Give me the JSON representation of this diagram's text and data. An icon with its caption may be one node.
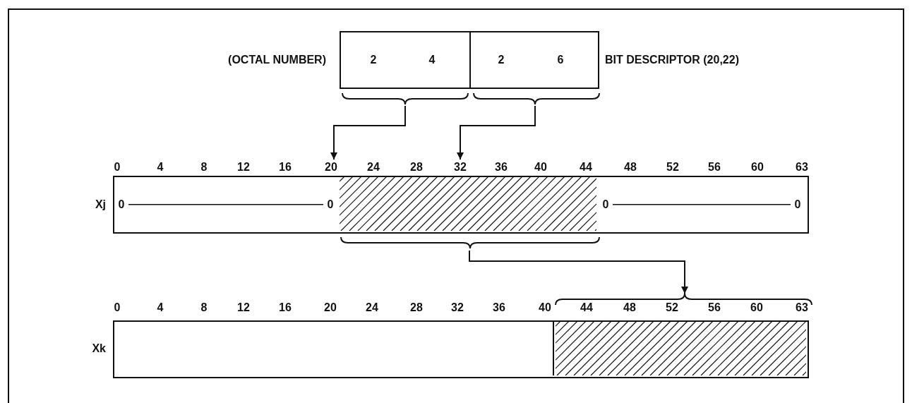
{
  "diagram": {
    "nodes": [
      {
        "text": [
          "2",
          "4"
        ],
        "beside": [
          "(OCTAL NUMBER)"
        ]
      },
      {
        "text": [
          "2",
          "6"
        ],
        "beside": [
          "BIT DESCRIPTOR (20,22)"
        ]
      },
      {
        "text": [],
        "shape": "box",
        "beside": [
          "Xj"
        ]
      },
      {
        "text": [
          "0",
          "0"
        ],
        "in": 2
      },
      {
        "text": [],
        "shape": "box",
        "in": 2
      },
      {
        "text": [
          "0",
          "0"
        ],
        "in": 2
      },
      {
        "text": [],
        "shape": "box",
        "beside": [
          "Xk"
        ]
      },
      {
        "text": [],
        "shape": "box",
        "in": 6
      },
      {
        "text": [],
        "shape": "box",
        "in": 6
      }
    ],
    "edges": [
      {
        "from": 0,
        "to": 2,
        "arrow": "to"
      },
      {
        "from": 1,
        "to": 2,
        "arrow": "to"
      },
      {
        "from": 4,
        "to": 8,
        "arrow": "to"
      }
    ],
    "labels": [
      "0",
      "4",
      "8",
      "12",
      "16",
      "20",
      "24",
      "28",
      "32",
      "36",
      "40",
      "44",
      "48",
      "52",
      "56",
      "60",
      "63",
      "0",
      "4",
      "8",
      "12",
      "16",
      "20",
      "24",
      "28",
      "32",
      "36",
      "40",
      "44",
      "48",
      "52",
      "56",
      "60",
      "63"
    ]
  }
}
